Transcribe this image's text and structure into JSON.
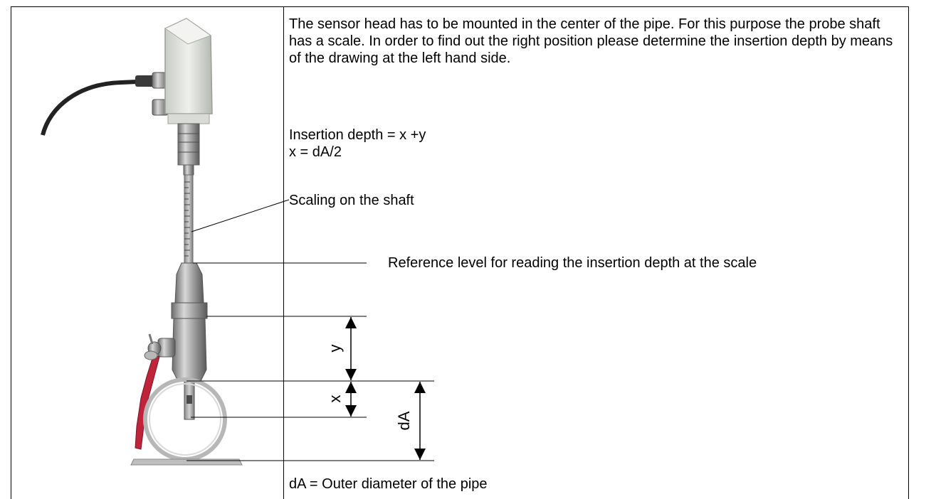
{
  "text": {
    "intro": "The sensor head has to be mounted in the center of the pipe. For this purpose the probe shaft has a scale. In order to find out the right position please determine the insertion depth by means of the drawing at the left hand side.",
    "formula_1": "Insertion depth = x +y",
    "formula_2": "x = dA/2",
    "scaling_label": "Scaling on the shaft",
    "reference_label": "Reference level for reading the insertion depth at the scale",
    "footer_label": "dA = Outer diameter of the pipe"
  },
  "dimensions": {
    "y_label": "y",
    "x_label": "x",
    "dA_label": "dA"
  }
}
